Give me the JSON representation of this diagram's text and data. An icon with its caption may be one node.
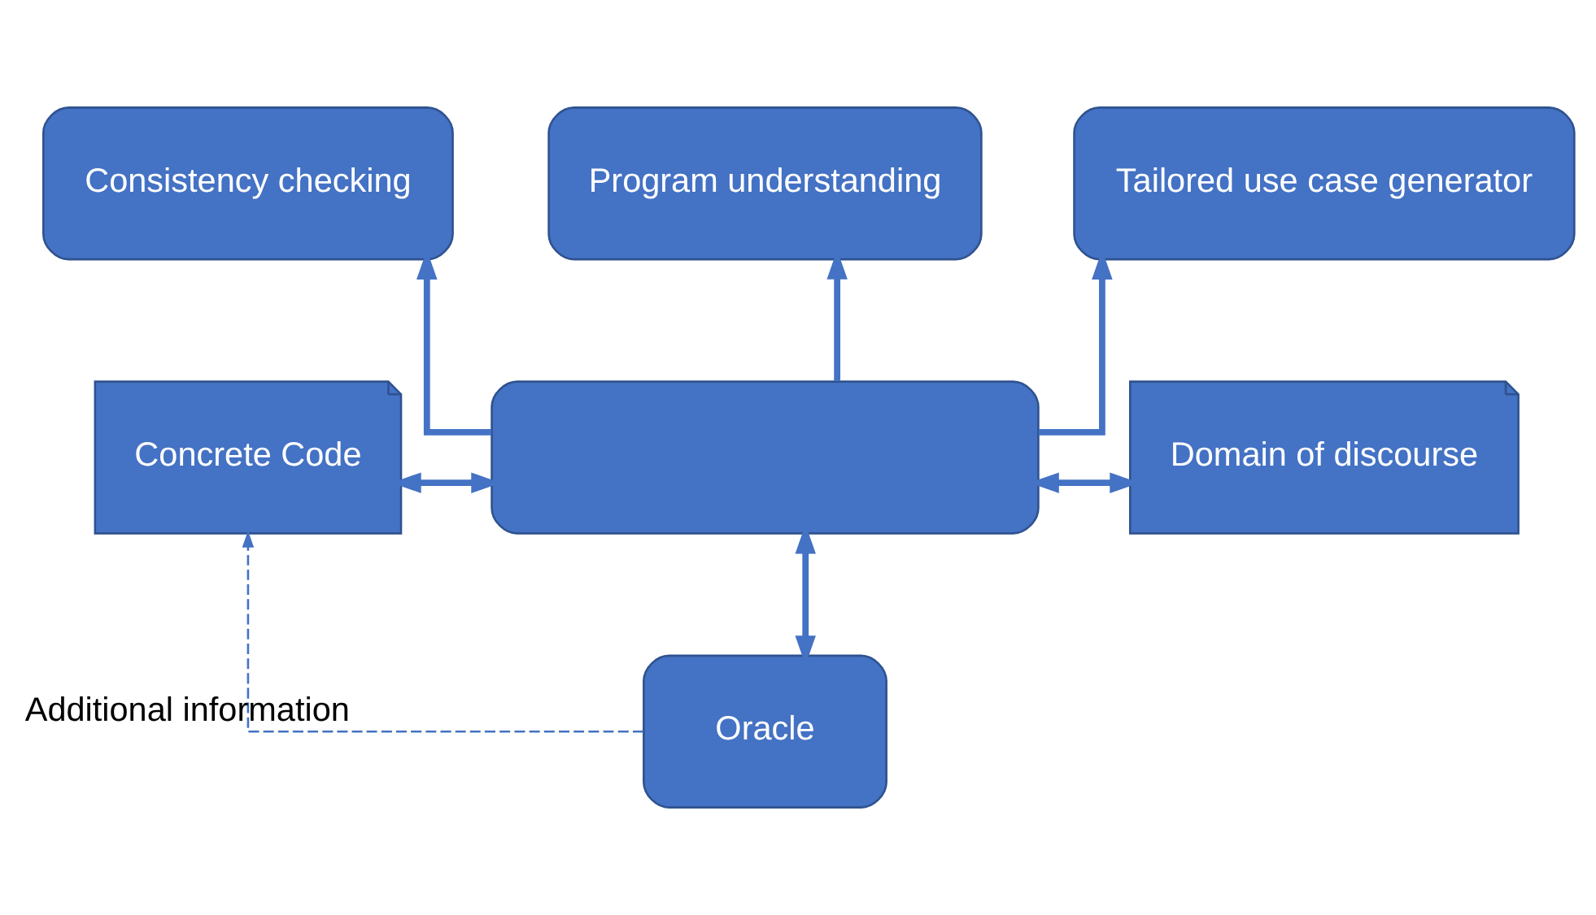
{
  "diagram": {
    "nodes": [
      {
        "text": [
          "Consistency checking"
        ]
      },
      {
        "text": [
          "Program understanding"
        ]
      },
      {
        "text": [
          "Tailored use case generator"
        ]
      },
      {
        "text": [
          "Concrete Code"
        ]
      },
      {
        "text": [],
        "shape": "box"
      },
      {
        "text": [
          "Domain of discourse"
        ]
      },
      {
        "text": [
          "Oracle"
        ]
      }
    ],
    "edges": [
      {
        "from": 4,
        "to": 0,
        "arrow": "to"
      },
      {
        "from": 4,
        "to": 1,
        "arrow": "to"
      },
      {
        "from": 4,
        "to": 2,
        "arrow": "to"
      },
      {
        "from": 3,
        "to": 4,
        "arrow": "both"
      },
      {
        "from": 4,
        "to": 5,
        "arrow": "both"
      },
      {
        "from": 4,
        "to": 6,
        "arrow": "both"
      },
      {
        "from": 6,
        "to": 3,
        "arrow": "to",
        "label": "Additional information",
        "style": "dashed"
      }
    ]
  }
}
